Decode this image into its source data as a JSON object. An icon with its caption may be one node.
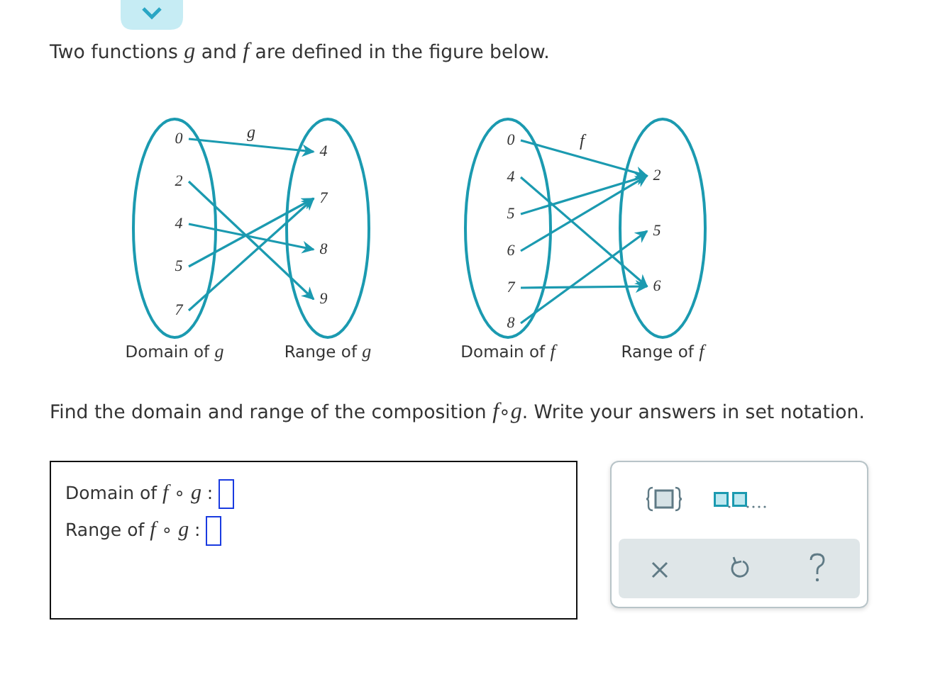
{
  "diagram": {
    "nodes": [
      {
        "text": [
          "Domain of *g*"
        ]
      },
      {
        "text": [
          "0"
        ],
        "in": 0
      },
      {
        "text": [
          "2"
        ],
        "in": 0
      },
      {
        "text": [
          "4"
        ],
        "in": 0
      },
      {
        "text": [
          "5"
        ],
        "in": 0
      },
      {
        "text": [
          "7"
        ],
        "in": 0
      },
      {
        "text": [
          "Range of *g*"
        ]
      },
      {
        "text": [
          "4"
        ],
        "in": 6
      },
      {
        "text": [
          "7"
        ],
        "in": 6
      },
      {
        "text": [
          "8"
        ],
        "in": 6
      },
      {
        "text": [
          "9"
        ],
        "in": 6
      },
      {
        "text": [
          "Domain of *f*"
        ]
      },
      {
        "text": [
          "0"
        ],
        "in": 11
      },
      {
        "text": [
          "4"
        ],
        "in": 11
      },
      {
        "text": [
          "5"
        ],
        "in": 11
      },
      {
        "text": [
          "6"
        ],
        "in": 11
      },
      {
        "text": [
          "7"
        ],
        "in": 11
      },
      {
        "text": [
          "8"
        ],
        "in": 11
      },
      {
        "text": [
          "Range of *f*"
        ]
      },
      {
        "text": [
          "2"
        ],
        "in": 18
      },
      {
        "text": [
          "5"
        ],
        "in": 18
      },
      {
        "text": [
          "6"
        ],
        "in": 18
      }
    ],
    "edges": [
      {
        "from": 1,
        "to": 7,
        "arrow": "to",
        "label": "g"
      },
      {
        "from": 2,
        "to": 10,
        "arrow": "to"
      },
      {
        "from": 3,
        "to": 9,
        "arrow": "to"
      },
      {
        "from": 4,
        "to": 8,
        "arrow": "to"
      },
      {
        "from": 5,
        "to": 8,
        "arrow": "to"
      },
      {
        "from": 12,
        "to": 19,
        "arrow": "to",
        "label": "f"
      },
      {
        "from": 13,
        "to": 21,
        "arrow": "to"
      },
      {
        "from": 14,
        "to": 19,
        "arrow": "to"
      },
      {
        "from": 15,
        "to": 19,
        "arrow": "to"
      },
      {
        "from": 16,
        "to": 21,
        "arrow": "to"
      },
      {
        "from": 17,
        "to": 20,
        "arrow": "to"
      }
    ],
    "labels": [
      "Two functions *g* and *f* are defined in the figure below.",
      "Find the domain and range of the composition *f*∘*g*. Write your answers in set notation.",
      "Domain of *f* ∘ *g* :",
      "Range of *f* ∘ *g* :"
    ]
  }
}
